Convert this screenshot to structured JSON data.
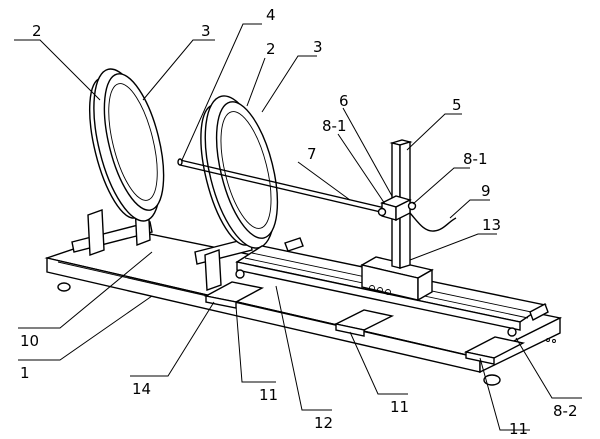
{
  "labels": {
    "l2a": "2",
    "l3a": "3",
    "l4": "4",
    "l2b": "2",
    "l3b": "3",
    "l6": "6",
    "l5": "5",
    "l81a": "8-1",
    "l7": "7",
    "l81b": "8-1",
    "l9": "9",
    "l13": "13",
    "l10": "10",
    "l1": "1",
    "l14": "14",
    "l11a": "11",
    "l12": "12",
    "l11b": "11",
    "l11c": "11",
    "l82": "8-2"
  }
}
